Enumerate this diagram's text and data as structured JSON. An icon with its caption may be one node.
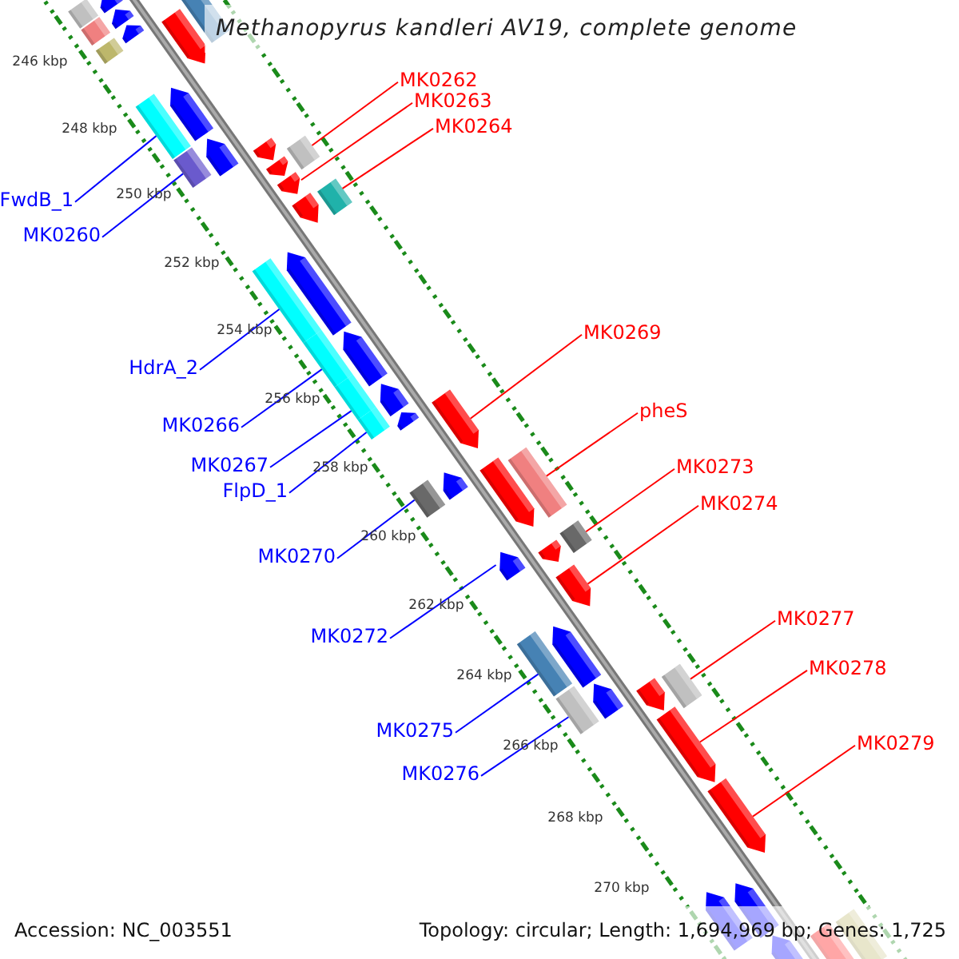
{
  "diagram": {
    "title": "Methanopyrus kandleri AV19, complete genome",
    "nodes": [
      {
        "text": [
          "MK0262"
        ]
      },
      {
        "text": [
          "MK0263"
        ]
      },
      {
        "text": [
          "MK0264"
        ]
      },
      {
        "text": [
          "FwdB_1"
        ]
      },
      {
        "text": [
          "MK0260"
        ]
      },
      {
        "text": [
          "MK0269"
        ]
      },
      {
        "text": [
          "HdrA_2"
        ]
      },
      {
        "text": [
          "pheS"
        ]
      },
      {
        "text": [
          "MK0266"
        ]
      },
      {
        "text": [
          "MK0267"
        ]
      },
      {
        "text": [
          "MK0273"
        ]
      },
      {
        "text": [
          "FlpD_1"
        ]
      },
      {
        "text": [
          "MK0274"
        ]
      },
      {
        "text": [
          "MK0270"
        ]
      },
      {
        "text": [
          "MK0277"
        ]
      },
      {
        "text": [
          "MK0272"
        ]
      },
      {
        "text": [
          "MK0278"
        ]
      },
      {
        "text": [
          "MK0275"
        ]
      },
      {
        "text": [
          "MK0279"
        ]
      },
      {
        "text": [
          "MK0276"
        ]
      },
      {
        "text": [],
        "shape": "box"
      },
      {
        "text": [],
        "shape": "arrow"
      },
      {
        "text": [],
        "shape": "box"
      },
      {
        "text": [],
        "shape": "arrow"
      },
      {
        "text": [],
        "shape": "arrow"
      },
      {
        "text": [],
        "shape": "box"
      },
      {
        "text": [],
        "shape": "box"
      },
      {
        "text": [],
        "shape": "arrow"
      },
      {
        "text": [],
        "shape": "box"
      },
      {
        "text": [],
        "shape": "arrow"
      },
      {
        "text": [],
        "shape": "box"
      },
      {
        "text": [],
        "shape": "arrow"
      },
      {
        "text": [],
        "shape": "arrow"
      },
      {
        "text": [],
        "shape": "box"
      },
      {
        "text": [],
        "shape": "arrow"
      },
      {
        "text": [],
        "shape": "arrow"
      },
      {
        "text": [],
        "shape": "arrow"
      },
      {
        "text": [],
        "shape": "box"
      },
      {
        "text": [],
        "shape": "box"
      },
      {
        "text": [],
        "shape": "arrow"
      },
      {
        "text": [],
        "shape": "box"
      },
      {
        "text": [],
        "shape": "arrow"
      },
      {
        "text": [],
        "shape": "box"
      },
      {
        "text": [],
        "shape": "arrow"
      },
      {
        "text": [],
        "shape": "box"
      },
      {
        "text": [],
        "shape": "arrow"
      },
      {
        "text": [],
        "shape": "arrow"
      },
      {
        "text": [],
        "shape": "box"
      },
      {
        "text": [],
        "shape": "arrow"
      },
      {
        "text": [],
        "shape": "arrow"
      },
      {
        "text": [],
        "shape": "box"
      },
      {
        "text": [],
        "shape": "arrow"
      },
      {
        "text": [],
        "shape": "box"
      },
      {
        "text": [],
        "shape": "arrow"
      },
      {
        "text": [],
        "shape": "arrow"
      },
      {
        "text": [],
        "shape": "box"
      },
      {
        "text": [],
        "shape": "arrow"
      },
      {
        "text": [],
        "shape": "box"
      },
      {
        "text": [],
        "shape": "arrow"
      },
      {
        "text": [],
        "shape": "arrow"
      },
      {
        "text": [],
        "shape": "box"
      },
      {
        "text": [],
        "shape": "arrow"
      },
      {
        "text": [],
        "shape": "arrow"
      },
      {
        "text": [],
        "shape": "arrow"
      },
      {
        "text": [],
        "shape": "arrow"
      },
      {
        "text": [],
        "shape": "arrow"
      },
      {
        "text": [],
        "shape": "arrow"
      },
      {
        "text": [],
        "shape": "box"
      }
    ],
    "edges": [
      {
        "from": 0,
        "to": 33,
        "arrow": "none"
      },
      {
        "from": 1,
        "to": 35,
        "arrow": "none"
      },
      {
        "from": 2,
        "to": 37,
        "arrow": "none"
      },
      {
        "from": 3,
        "to": 28,
        "arrow": "none",
        "color": "#0000ff"
      },
      {
        "from": 4,
        "to": 30,
        "arrow": "none",
        "color": "#0000ff"
      },
      {
        "from": 5,
        "to": 46,
        "arrow": "none"
      },
      {
        "from": 6,
        "to": 38,
        "arrow": "none",
        "color": "#0000ff"
      },
      {
        "from": 7,
        "to": 50,
        "arrow": "none"
      },
      {
        "from": 8,
        "to": 40,
        "arrow": "none",
        "color": "#0000ff"
      },
      {
        "from": 9,
        "to": 42,
        "arrow": "none",
        "color": "#0000ff"
      },
      {
        "from": 10,
        "to": 52,
        "arrow": "none"
      },
      {
        "from": 11,
        "to": 44,
        "arrow": "none",
        "color": "#0000ff"
      },
      {
        "from": 12,
        "to": 54,
        "arrow": "none"
      },
      {
        "from": 13,
        "to": 47,
        "arrow": "none",
        "color": "#0000ff"
      },
      {
        "from": 14,
        "to": 60,
        "arrow": "none"
      },
      {
        "from": 15,
        "to": 51,
        "arrow": "none",
        "color": "#0000ff"
      },
      {
        "from": 16,
        "to": 61,
        "arrow": "none"
      },
      {
        "from": 17,
        "to": 55,
        "arrow": "none",
        "color": "#0000ff"
      },
      {
        "from": 18,
        "to": 62,
        "arrow": "none"
      },
      {
        "from": 19,
        "to": 57,
        "arrow": "none",
        "color": "#0000ff"
      }
    ],
    "labels": [
      "246 kbp",
      "248 kbp",
      "250 kbp",
      "252 kbp",
      "254 kbp",
      "256 kbp",
      "258 kbp",
      "260 kbp",
      "262 kbp",
      "264 kbp",
      "266 kbp",
      "268 kbp",
      "270 kbp",
      "Accession: NC_003551",
      "Topology: circular; Length: 1,694,969 bp; Genes: 1,725"
    ]
  }
}
